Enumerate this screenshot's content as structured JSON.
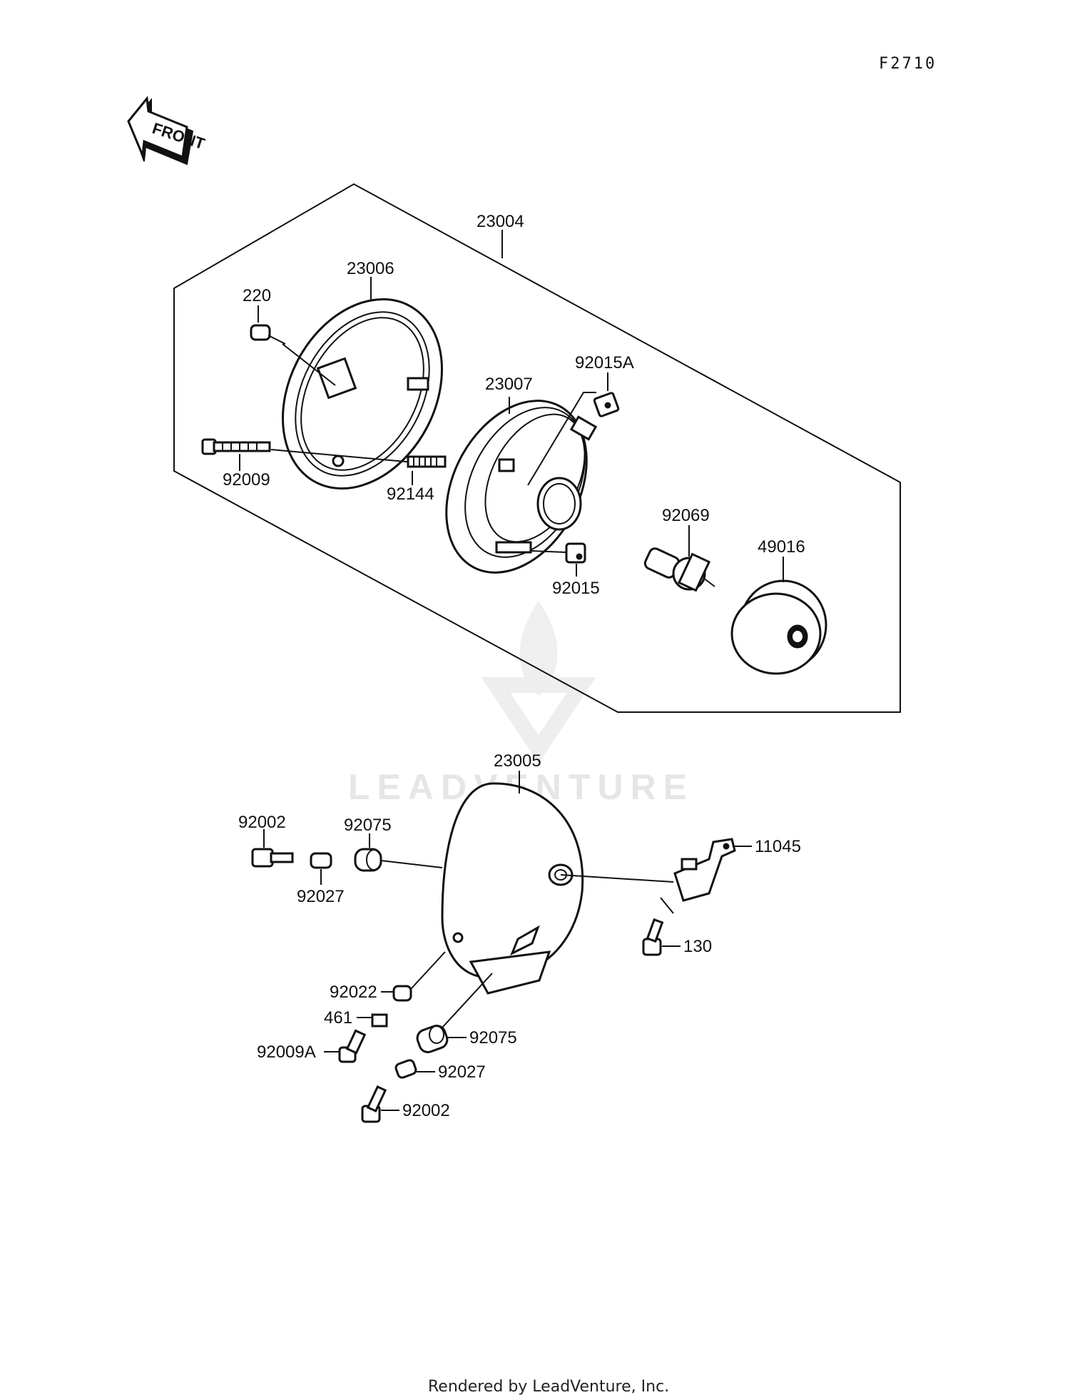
{
  "page_code": "F2710",
  "front_arrow_label": "FRONT",
  "watermark": "LEADVENTURE",
  "footer": "Rendered by LeadVenture, Inc.",
  "labels": {
    "p23004": "23004",
    "p23006": "23006",
    "p220": "220",
    "p23007": "23007",
    "p92015A": "92015A",
    "p92009": "92009",
    "p92144": "92144",
    "p92069": "92069",
    "p49016": "49016",
    "p92015": "92015",
    "p23005": "23005",
    "p92002_top": "92002",
    "p92075_top": "92075",
    "p92027_top": "92027",
    "p11045": "11045",
    "p130": "130",
    "p92022": "92022",
    "p461": "461",
    "p92009A": "92009A",
    "p92075_bot": "92075",
    "p92027_bot": "92027",
    "p92002_bot": "92002"
  }
}
